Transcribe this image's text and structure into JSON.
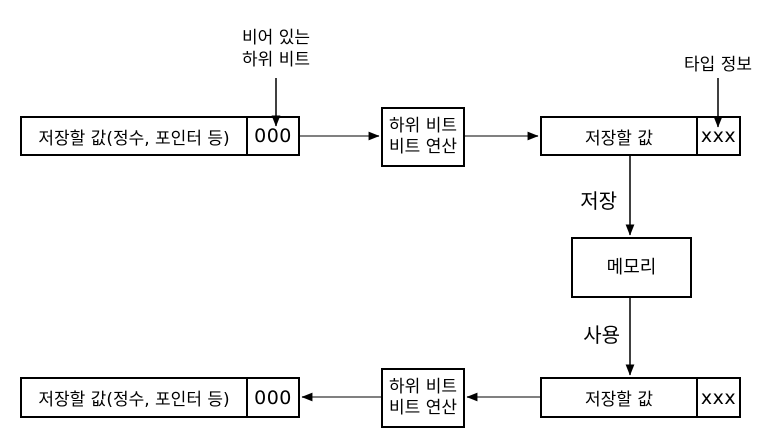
{
  "diagram": {
    "annotation_empty_bits": {
      "line1": "비어 있는",
      "line2": "하위 비트"
    },
    "annotation_type_info": {
      "label": "타입 정보"
    },
    "box_top_left": {
      "label": "저장할 값(정수, 포인터 등)",
      "bits": "000"
    },
    "op_top": {
      "line1": "하위 비트",
      "line2": "비트 연산"
    },
    "box_top_right": {
      "label": "저장할 값",
      "bits": "xxx"
    },
    "edge_store": {
      "label": "저장"
    },
    "memory": {
      "label": "메모리"
    },
    "edge_use": {
      "label": "사용"
    },
    "box_bottom_right": {
      "label": "저장할 값",
      "bits": "xxx"
    },
    "op_bottom": {
      "line1": "하위 비트",
      "line2": "비트 연산"
    },
    "box_bottom_left": {
      "label": "저장할 값(정수, 포인터 등)",
      "bits": "000"
    },
    "colors": {
      "stroke": "#000000",
      "connector": "#808080",
      "background": "#ffffff"
    }
  }
}
